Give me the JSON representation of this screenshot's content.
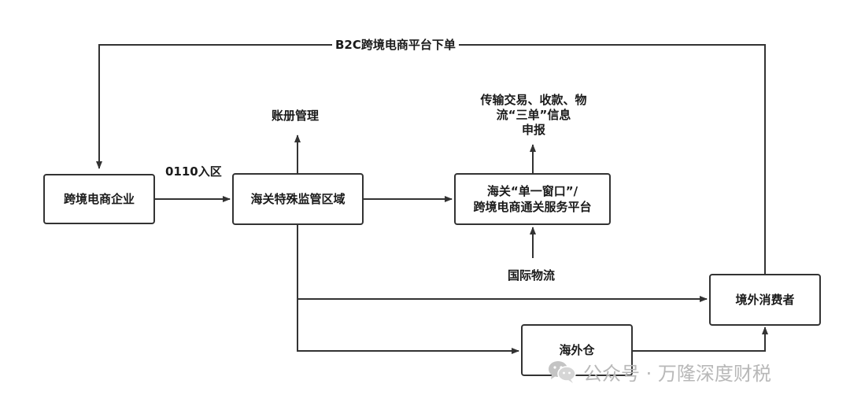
{
  "nodes": {
    "enterprise": "跨境电商企业",
    "zone": "海关特殊监管区域",
    "window_line1": "海关“单一窗口”/",
    "window_line2": "跨境电商通关服务平台",
    "consumer": "境外消费者",
    "warehouse": "海外仓"
  },
  "labels": {
    "order": "B2C跨境电商平台下单",
    "entry": "0110入区",
    "ledger": "账册管理",
    "declare_line1": "传输交易、收款、物",
    "declare_line2": "流“三单”信息",
    "declare_line3": "申报",
    "logistics": "国际物流"
  },
  "watermark": {
    "icon": "wechat-icon",
    "text": "公众号 · 万隆深度财税"
  },
  "colors": {
    "line": "#333333",
    "watermark": "#b8b8b8"
  }
}
